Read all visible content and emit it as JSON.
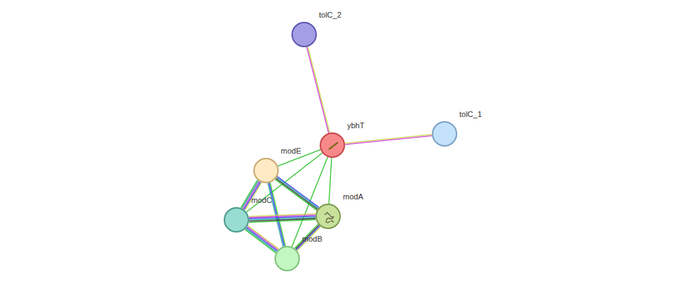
{
  "diagram": {
    "nodes": [
      {
        "text": [
          "tolC_2"
        ]
      },
      {
        "text": [
          "ybhT"
        ]
      },
      {
        "text": [
          "tolC_1"
        ]
      },
      {
        "text": [
          "modE"
        ]
      },
      {
        "text": [
          "modA"
        ]
      },
      {
        "text": [
          "modC"
        ]
      },
      {
        "text": [
          "modB"
        ]
      }
    ],
    "edges": [
      {
        "from": 0,
        "to": 1,
        "arrow": "none"
      },
      {
        "from": 1,
        "to": 2,
        "arrow": "none"
      },
      {
        "from": 1,
        "to": 3,
        "arrow": "none"
      },
      {
        "from": 1,
        "to": 5,
        "arrow": "none"
      },
      {
        "from": 1,
        "to": 4,
        "arrow": "none"
      },
      {
        "from": 1,
        "to": 6,
        "arrow": "none"
      },
      {
        "from": 3,
        "to": 5,
        "arrow": "none"
      },
      {
        "from": 3,
        "to": 4,
        "arrow": "none"
      },
      {
        "from": 3,
        "to": 6,
        "arrow": "none"
      },
      {
        "from": 5,
        "to": 4,
        "arrow": "none"
      },
      {
        "from": 5,
        "to": 6,
        "arrow": "none"
      },
      {
        "from": 4,
        "to": 6,
        "arrow": "none"
      }
    ]
  }
}
